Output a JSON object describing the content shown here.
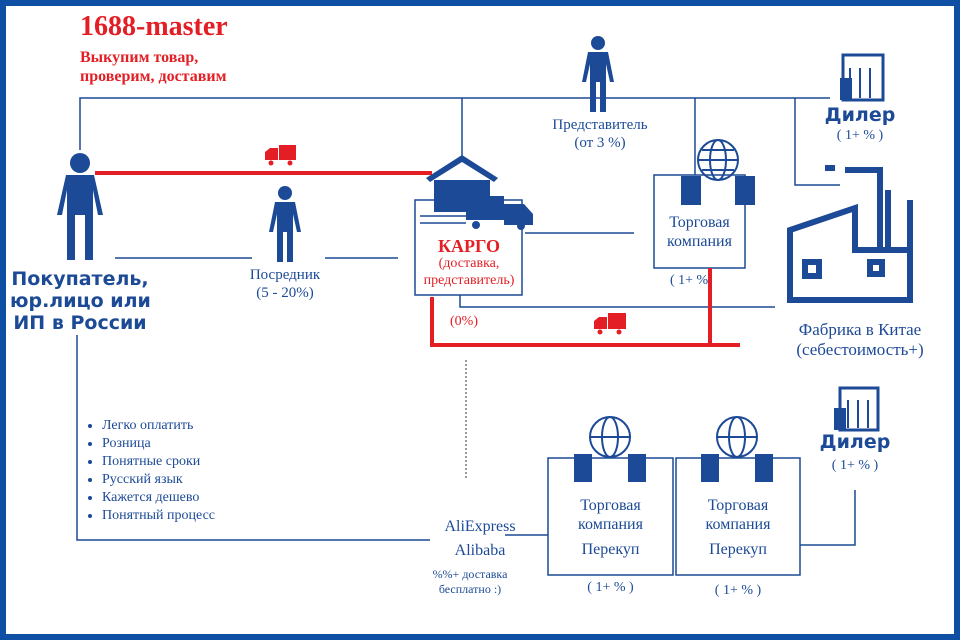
{
  "brand": {
    "title": "1688-master",
    "tagline_1": "Выкупим товар,",
    "tagline_2": "проверим, доставим"
  },
  "buyer": {
    "line1": "Покупатель,",
    "line2": "юр.лицо или",
    "line3": "ИП в России"
  },
  "intermediary": {
    "label": "Посредник",
    "fee": "(5 - 20%)"
  },
  "representative": {
    "label": "Представитель",
    "fee": "(от  3 %)"
  },
  "cargo": {
    "title": "КАРГО",
    "line2": "(доставка,",
    "line3": "представитель)",
    "fee": "(0%)"
  },
  "trade_top": {
    "line1": "Торговая",
    "line2": "компания",
    "fee": "( 1+ %"
  },
  "dealer_top": {
    "label": "Дилер",
    "fee": "( 1+ % )"
  },
  "factory": {
    "line1": "Фабрика в Китае",
    "line2": "(себестоимость+)"
  },
  "benefits": [
    "Легко оплатить",
    "Розница",
    "Понятные сроки",
    "Русский язык",
    "Кажется дешево",
    "Понятный процесс"
  ],
  "marketplace": {
    "line1": "AliExpress",
    "line2": "Alibaba",
    "note1": "%%+ доставка",
    "note2": "бесплатно :)"
  },
  "resellers": [
    {
      "line1": "Торговая",
      "line2": "компания",
      "line3": "Перекуп",
      "fee": "( 1+ % )"
    },
    {
      "line1": "Торговая",
      "line2": "компания",
      "line3": "Перекуп",
      "fee": "( 1+ % )"
    }
  ],
  "dealer_bottom": {
    "label": "Дилер",
    "fee": "( 1+ % )"
  },
  "colors": {
    "blue": "#1c4a96",
    "red": "#e31e24",
    "frame": "#0f4fa3"
  }
}
